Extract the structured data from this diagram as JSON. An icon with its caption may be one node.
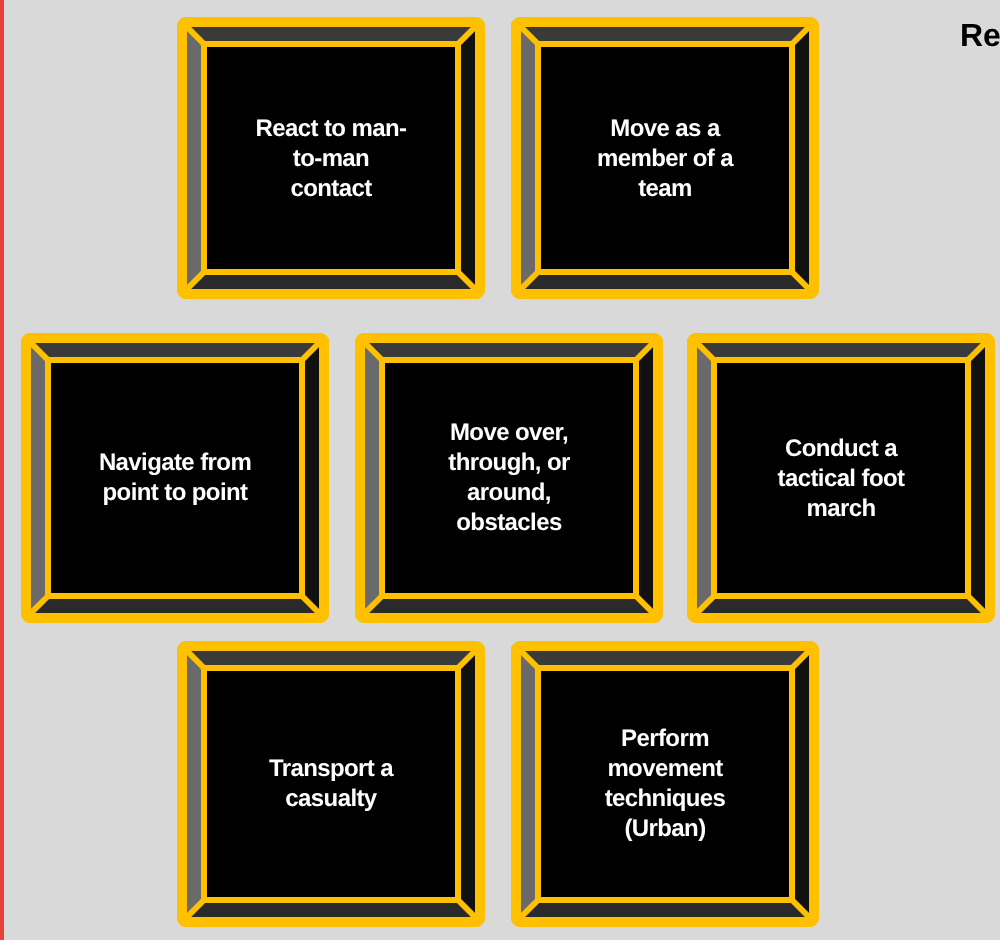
{
  "diagram": {
    "nodes": [
      {
        "text": [
          "React to man-to-man contact"
        ]
      },
      {
        "text": [
          "Move as a member of a team"
        ]
      },
      {
        "text": [
          "Navigate from point to point"
        ]
      },
      {
        "text": [
          "Move over, through, or around, obstacles"
        ]
      },
      {
        "text": [
          "Conduct a tactical foot march"
        ]
      },
      {
        "text": [
          "Transport a casualty"
        ]
      },
      {
        "text": [
          "Perform movement techniques (Urban)"
        ]
      }
    ],
    "labels": [
      "Re"
    ]
  }
}
